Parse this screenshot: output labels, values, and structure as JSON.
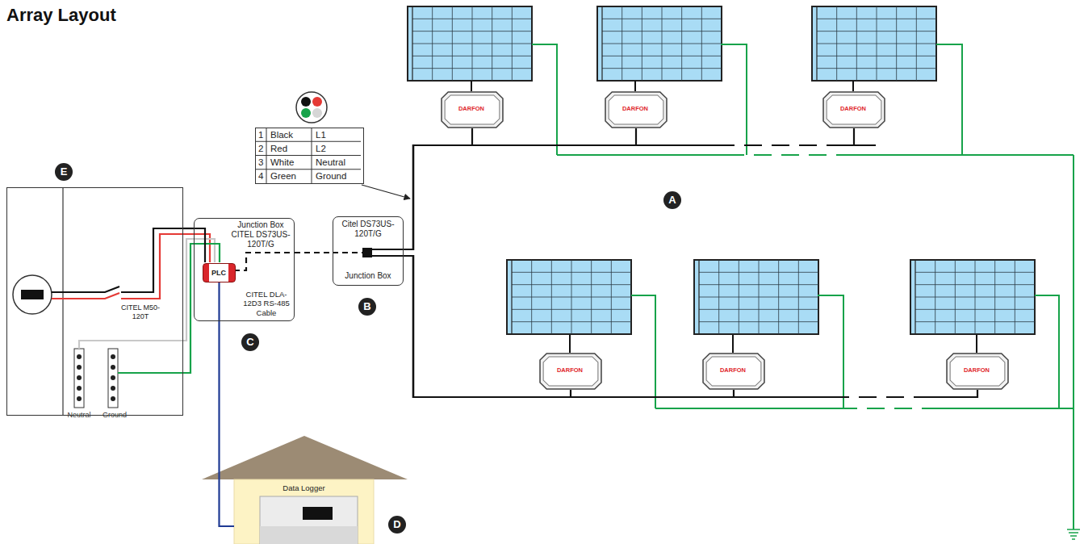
{
  "diagram": {
    "title": "Array Layout",
    "nodes": [
      {
        "text": [
          "CITEL M50-120T"
        ]
      },
      {
        "text": [
          "1",
          "Black",
          "L1",
          "2",
          "Red",
          "L2",
          "3",
          "White",
          "Neutral",
          "4",
          "Green",
          "Ground"
        ]
      },
      {
        "text": [
          "Junction Box CITEL DS73US-120T/G",
          "CITEL DLA-12D3 RS-485 Cable"
        ]
      },
      {
        "text": [
          "PLC"
        ],
        "in": 2
      },
      {
        "text": [
          "Citel DS73US-120T/G",
          "Junction Box"
        ]
      },
      {
        "text": [
          "DARFON"
        ]
      },
      {
        "text": [
          "DARFON"
        ]
      },
      {
        "text": [
          "DARFON"
        ]
      },
      {
        "text": [
          "DARFON"
        ]
      },
      {
        "text": [
          "DARFON"
        ]
      },
      {
        "text": [
          "DARFON"
        ]
      },
      {
        "text": [
          "Data Logger"
        ]
      }
    ],
    "edges": [
      {
        "from": 0,
        "to": 2,
        "arrow": "none"
      },
      {
        "from": 2,
        "to": 4,
        "arrow": "none"
      },
      {
        "from": 4,
        "to": 5,
        "arrow": "none"
      },
      {
        "from": 4,
        "to": 6,
        "arrow": "none"
      },
      {
        "from": 4,
        "to": 7,
        "arrow": "none"
      },
      {
        "from": 4,
        "to": 8,
        "arrow": "none"
      },
      {
        "from": 4,
        "to": 9,
        "arrow": "none"
      },
      {
        "from": 4,
        "to": 10,
        "arrow": "none"
      },
      {
        "from": 3,
        "to": 11,
        "arrow": "none"
      }
    ],
    "labels": [
      "A",
      "B",
      "C",
      "D",
      "E",
      "Neutral",
      "Ground"
    ]
  }
}
